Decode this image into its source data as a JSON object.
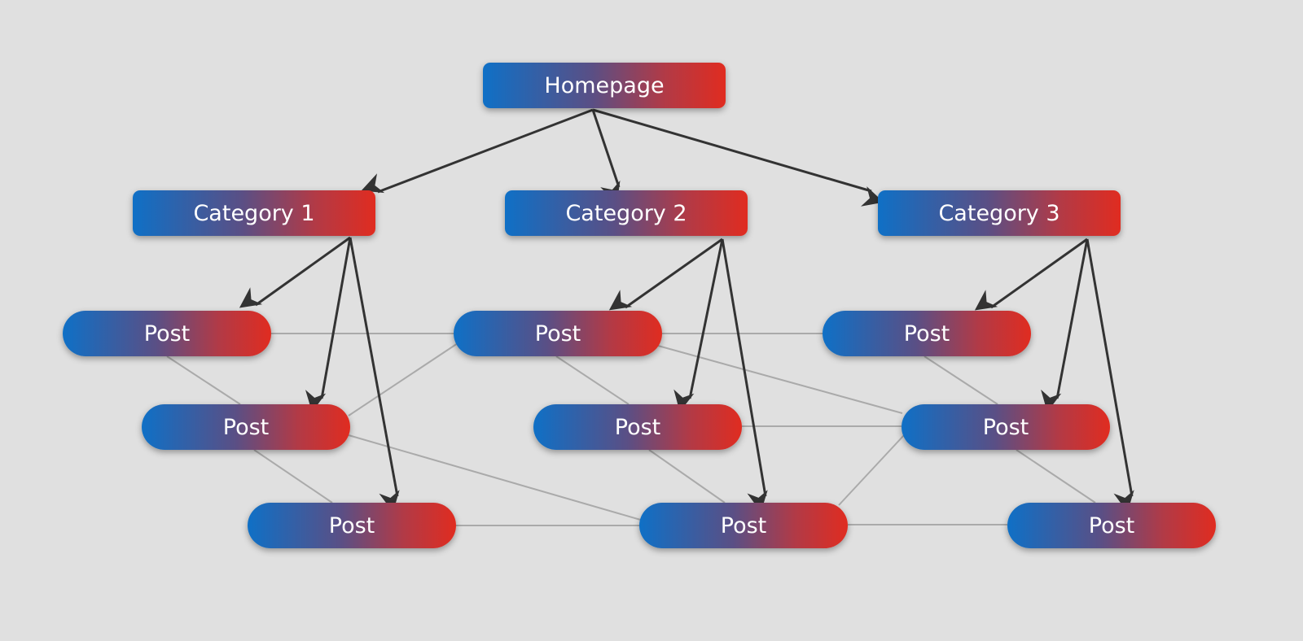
{
  "diagram": {
    "colors": {
      "gradient_start": "#0f70c6",
      "gradient_end": "#e02c20",
      "arrow": "#333333",
      "link": "#aaaaaa",
      "background": "#e0e0e0"
    },
    "nodes": {
      "home": "Homepage",
      "cat1": "Category 1",
      "cat2": "Category 2",
      "cat3": "Category 3",
      "p1": "Post",
      "p2": "Post",
      "p3": "Post",
      "p4": "Post",
      "p5": "Post",
      "p6": "Post",
      "p7": "Post",
      "p8": "Post",
      "p9": "Post"
    },
    "hierarchy_edges": [
      [
        "home",
        "cat1"
      ],
      [
        "home",
        "cat2"
      ],
      [
        "home",
        "cat3"
      ],
      [
        "cat1",
        "p1"
      ],
      [
        "cat1",
        "p4"
      ],
      [
        "cat1",
        "p7"
      ],
      [
        "cat2",
        "p2"
      ],
      [
        "cat2",
        "p5"
      ],
      [
        "cat2",
        "p8"
      ],
      [
        "cat3",
        "p3"
      ],
      [
        "cat3",
        "p6"
      ],
      [
        "cat3",
        "p9"
      ]
    ],
    "cross_links": [
      [
        "p1",
        "p2"
      ],
      [
        "p2",
        "p3"
      ],
      [
        "p1",
        "p4"
      ],
      [
        "p2",
        "p4"
      ],
      [
        "p2",
        "p5"
      ],
      [
        "p2",
        "p6"
      ],
      [
        "p3",
        "p6"
      ],
      [
        "p4",
        "p7"
      ],
      [
        "p4",
        "p8"
      ],
      [
        "p5",
        "p6"
      ],
      [
        "p5",
        "p8"
      ],
      [
        "p6",
        "p8"
      ],
      [
        "p6",
        "p9"
      ],
      [
        "p7",
        "p8"
      ],
      [
        "p8",
        "p9"
      ]
    ]
  }
}
